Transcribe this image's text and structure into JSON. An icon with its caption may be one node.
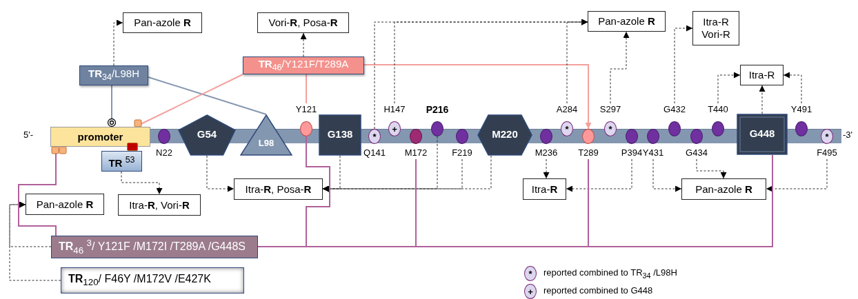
{
  "diagram": {
    "nodes": [
      {
        "text": [
          "Pan-azole **R**"
        ]
      },
      {
        "text": [
          "Vori-**R**, Posa-**R**"
        ]
      },
      {
        "text": [
          "Pan-azole **R**"
        ]
      },
      {
        "text": [
          "Itra-R Vori-R"
        ]
      },
      {
        "text": [
          "Itra-R"
        ]
      },
      {
        "text": [
          "**TR**$_{34}$/L98H"
        ]
      },
      {
        "text": [
          "**TR**$_{46}$/Y121F/T289A"
        ]
      },
      {
        "text": [
          "promoter"
        ]
      },
      {
        "text": [
          "**TR** $^{53}$"
        ]
      },
      {
        "text": [
          "G54"
        ]
      },
      {
        "text": [
          "L98"
        ]
      },
      {
        "text": [
          "G138"
        ]
      },
      {
        "text": [
          "M220"
        ]
      },
      {
        "text": [
          "G448"
        ]
      },
      {
        "text": [],
        "shape": "circle",
        "beside": [
          "N22"
        ]
      },
      {
        "text": [],
        "shape": "circle",
        "beside": [
          "Y121"
        ]
      },
      {
        "text": [
          "*"
        ],
        "beside": [
          "Q141"
        ]
      },
      {
        "text": [
          "+"
        ],
        "beside": [
          "H147"
        ]
      },
      {
        "text": [],
        "shape": "circle",
        "beside": [
          "M172"
        ]
      },
      {
        "text": [],
        "shape": "circle",
        "beside": [
          "P216"
        ]
      },
      {
        "text": [],
        "shape": "circle",
        "beside": [
          "F219"
        ]
      },
      {
        "text": [],
        "shape": "circle",
        "beside": [
          "M236"
        ]
      },
      {
        "text": [
          "*"
        ],
        "beside": [
          "A284"
        ]
      },
      {
        "text": [],
        "shape": "circle",
        "beside": [
          "T289"
        ]
      },
      {
        "text": [
          "*"
        ],
        "beside": [
          "S297"
        ]
      },
      {
        "text": [],
        "shape": "circle",
        "beside": [
          "P394"
        ]
      },
      {
        "text": [],
        "shape": "circle",
        "beside": [
          "Y431"
        ]
      },
      {
        "text": [],
        "shape": "circle",
        "beside": [
          "G432"
        ]
      },
      {
        "text": [],
        "shape": "circle",
        "beside": [
          "G434"
        ]
      },
      {
        "text": [],
        "shape": "circle",
        "beside": [
          "T440"
        ]
      },
      {
        "text": [],
        "shape": "circle",
        "beside": [
          "Y491"
        ]
      },
      {
        "text": [
          "*"
        ],
        "beside": [
          "F495"
        ]
      },
      {
        "text": [
          "Pan-azole **R**"
        ]
      },
      {
        "text": [
          "Itra-**R**, Vori-**R**"
        ]
      },
      {
        "text": [
          "Itra-**R**, Posa-**R**"
        ]
      },
      {
        "text": [
          "Itra-**R**"
        ]
      },
      {
        "text": [
          "Pan-azole **R**"
        ]
      },
      {
        "text": [
          "**TR**$_{46}$ $^{3}$/ Y121F /M172I /T289A /G448S"
        ]
      },
      {
        "text": [
          "**TR**$_{120}$/ F46Y /M172V /E427K"
        ]
      }
    ],
    "edges": [
      {
        "from": 5,
        "to": 0,
        "arrow": "to",
        "style": "dashed"
      },
      {
        "from": 5,
        "to": 7,
        "arrow": "other",
        "color": "#8497b0"
      },
      {
        "from": 5,
        "to": 10,
        "arrow": "none",
        "color": "#8497b0"
      },
      {
        "from": 6,
        "to": 7,
        "arrow": "other",
        "color": "#f4a09c"
      },
      {
        "from": 6,
        "to": 15,
        "arrow": "none",
        "color": "#f4a09c"
      },
      {
        "from": 6,
        "to": 23,
        "arrow": "to",
        "color": "#f4a09c"
      },
      {
        "from": 6,
        "to": 1,
        "arrow": "to",
        "style": "dashed"
      },
      {
        "from": 16,
        "to": 2,
        "arrow": "to",
        "style": "dashed"
      },
      {
        "from": 17,
        "to": 2,
        "arrow": "to",
        "style": "dashed"
      },
      {
        "from": 22,
        "to": 2,
        "arrow": "to",
        "style": "dashed"
      },
      {
        "from": 24,
        "to": 2,
        "arrow": "to",
        "style": "dashed"
      },
      {
        "from": 27,
        "to": 3,
        "arrow": "to",
        "style": "dashed"
      },
      {
        "from": 29,
        "to": 4,
        "arrow": "to",
        "style": "dashed"
      },
      {
        "from": 13,
        "to": 4,
        "arrow": "to",
        "style": "dashed"
      },
      {
        "from": 30,
        "to": 4,
        "arrow": "to",
        "style": "dashed"
      },
      {
        "from": 8,
        "to": 33,
        "arrow": "to",
        "style": "dashed"
      },
      {
        "from": 9,
        "to": 34,
        "arrow": "to",
        "style": "dashed"
      },
      {
        "from": 11,
        "to": 34,
        "arrow": "to",
        "style": "dashed"
      },
      {
        "from": 19,
        "to": 34,
        "arrow": "to",
        "style": "dashed"
      },
      {
        "from": 20,
        "to": 34,
        "arrow": "to",
        "style": "dashed"
      },
      {
        "from": 12,
        "to": 34,
        "arrow": "to",
        "style": "dashed"
      },
      {
        "from": 21,
        "to": 35,
        "arrow": "to",
        "style": "dashed"
      },
      {
        "from": 25,
        "to": 35,
        "arrow": "to",
        "style": "dashed"
      },
      {
        "from": 26,
        "to": 36,
        "arrow": "to",
        "style": "dashed"
      },
      {
        "from": 28,
        "to": 36,
        "arrow": "to",
        "style": "dashed"
      },
      {
        "from": 31,
        "to": 36,
        "arrow": "to",
        "style": "dashed"
      },
      {
        "from": 37,
        "to": 32,
        "arrow": "to",
        "style": "dashed"
      },
      {
        "from": 38,
        "to": 32,
        "arrow": "to",
        "style": "dashed"
      },
      {
        "from": 37,
        "to": 7,
        "arrow": "other",
        "color": "#b0609a"
      },
      {
        "from": 37,
        "to": 15,
        "arrow": "none",
        "color": "#b0609a"
      },
      {
        "from": 37,
        "to": 18,
        "arrow": "none",
        "color": "#b0609a"
      },
      {
        "from": 37,
        "to": 23,
        "arrow": "none",
        "color": "#b0609a"
      },
      {
        "from": 37,
        "to": 13,
        "arrow": "none",
        "color": "#b0609a"
      }
    ],
    "labels": [
      "5'-",
      "-3'"
    ],
    "legend": [
      {
        "text": "reported combined to TR$_{34}$ /L98H"
      },
      {
        "text": "reported combined to G448"
      }
    ]
  }
}
